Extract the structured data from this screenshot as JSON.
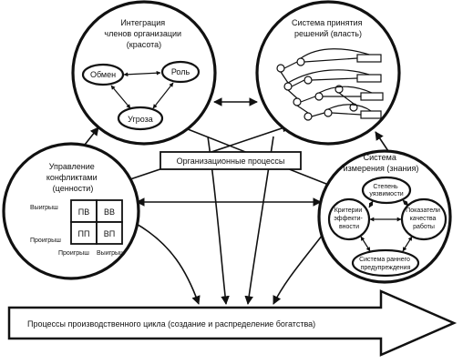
{
  "integration": {
    "title_lines": [
      "Интеграция",
      "членов организации",
      "(красота)"
    ],
    "exchange": "Обмен",
    "role": "Роль",
    "threat": "Угроза"
  },
  "decision": {
    "title_lines": [
      "Система принятия",
      "решений (власть)"
    ]
  },
  "conflict": {
    "title_lines": [
      "Управление",
      "конфликтами",
      "(ценности)"
    ],
    "cells": [
      "ПВ",
      "ВВ",
      "ПП",
      "ВП"
    ],
    "win_left": "Выигрыш",
    "lose_left": "Проигрыш",
    "lose_bottom": "Проигрыш",
    "win_bottom": "Выигрыш"
  },
  "measurement": {
    "title_lines": [
      "Система",
      "измерения (знания)"
    ],
    "vulnerability_lines": [
      "Степень",
      "уязвимости"
    ],
    "criteria_lines": [
      "Критерии",
      "эффекти-",
      "вности"
    ],
    "indicators_lines": [
      "Показатели",
      "качества",
      "работы"
    ],
    "early_warning_lines": [
      "Система раннего",
      "предупреждения"
    ]
  },
  "center_box": "Организационные процессы",
  "bottom_arrow": "Процессы производственного цикла (создание и распределение богатства)"
}
